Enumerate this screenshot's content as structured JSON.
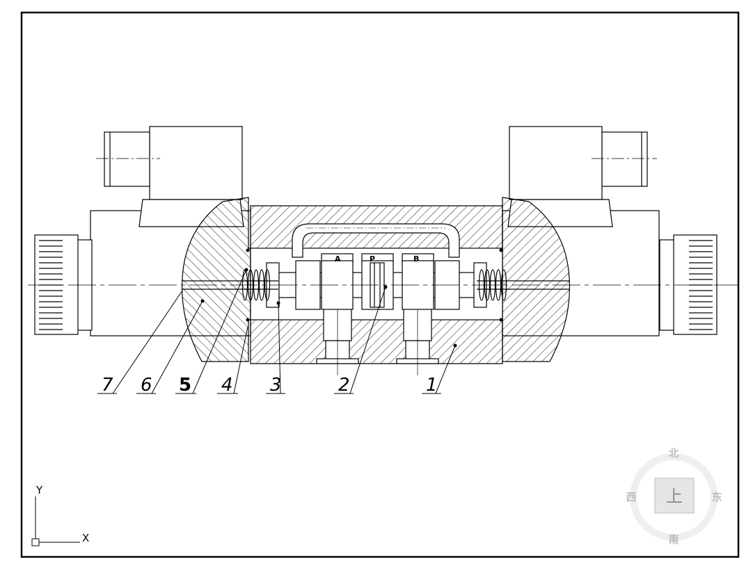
{
  "drawing": {
    "part_labels": [
      "7",
      "6",
      "5",
      "4",
      "3",
      "2",
      "1"
    ],
    "port_labels": [
      "A",
      "P",
      "B"
    ]
  },
  "ucs": {
    "y_label": "Y",
    "x_label": "X"
  },
  "viewcube": {
    "north": "北",
    "south": "南",
    "east": "东",
    "west": "西",
    "face": "上"
  }
}
